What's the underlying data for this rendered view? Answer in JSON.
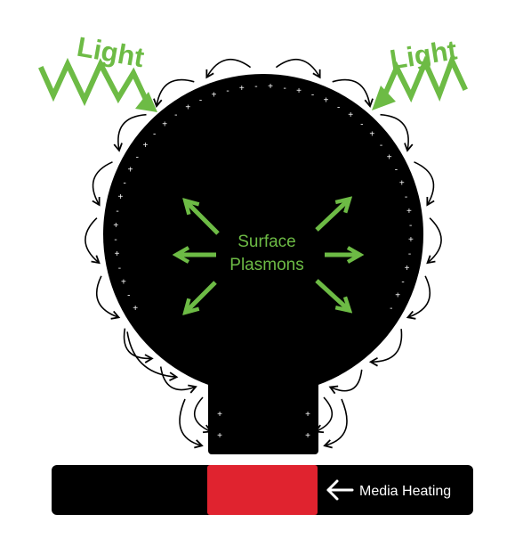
{
  "labels": {
    "light_left": "Light",
    "light_right": "Light",
    "plasmons_line1": "Surface",
    "plasmons_line2": "Plasmons",
    "media_heating": "Media Heating"
  },
  "colors": {
    "green": "#6dbb45",
    "black": "#000000",
    "red": "#e0232f",
    "white": "#ffffff",
    "arrow": "#000000"
  },
  "charges": {
    "signs": [
      "+",
      "-"
    ]
  },
  "icons": {
    "light_wave": "zigzag-arrow-icon",
    "emission": "straight-arrow-icon",
    "surface_wave": "curved-arrow-icon",
    "heating": "left-arrow-icon"
  }
}
